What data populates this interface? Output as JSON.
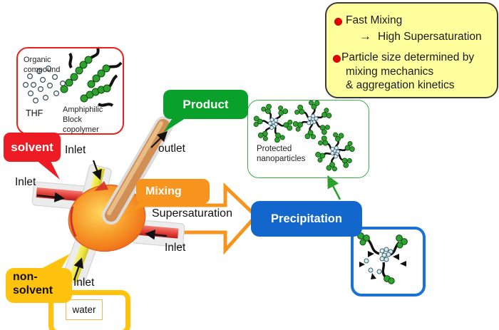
{
  "colors": {
    "solvent_red": "#ED1C24",
    "nonsolvent_yellow": "#FFC20E",
    "product_green": "#0AA12B",
    "mixing_orange": "#F7941D",
    "precipitation_blue": "#1266CC",
    "info_box_yellow": "#FFFF9E",
    "bullet_red": "#E00000",
    "copolymer_green": "#2FA12F"
  },
  "info_box": {
    "bullet1_line1": "Fast Mixing",
    "bullet1_arrow": "→",
    "bullet1_line2": "High Supersaturation",
    "bullet2_line1": "Particle size determined by",
    "bullet2_line2": "mixing mechanics",
    "bullet2_line3": "& aggregation kinetics"
  },
  "reagent_box": {
    "organic_line1": "Organic",
    "organic_line2": "compound",
    "solvent_name": "THF",
    "copolymer_line1": "Amphiphilic",
    "copolymer_line2": "Block",
    "copolymer_line3": "copolymer"
  },
  "bubbles": {
    "solvent": "solvent",
    "product": "Product",
    "mixing": "Mixing",
    "precipitation": "Precipitation",
    "nonsolvent_line1": "non-",
    "nonsolvent_line2": "solvent"
  },
  "labels": {
    "inlet_top": "Inlet",
    "inlet_left": "Inlet",
    "inlet_right": "Inlet",
    "inlet_bottom": "Inlet",
    "outlet": "outlet",
    "supersaturation": "Supersaturation",
    "water": "water",
    "protected_line1": "Protected",
    "protected_line2": "nanoparticles"
  }
}
